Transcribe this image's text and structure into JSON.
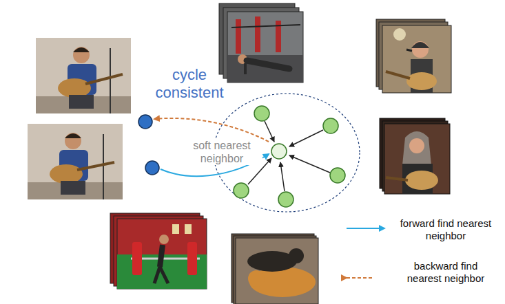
{
  "diagram": {
    "labels": [
      "cycle consistent",
      "soft nearest neighbor"
    ],
    "legend": [
      {
        "text": "forward find nearest neighbor"
      },
      {
        "text": "backward find nearest neighbor"
      }
    ]
  }
}
